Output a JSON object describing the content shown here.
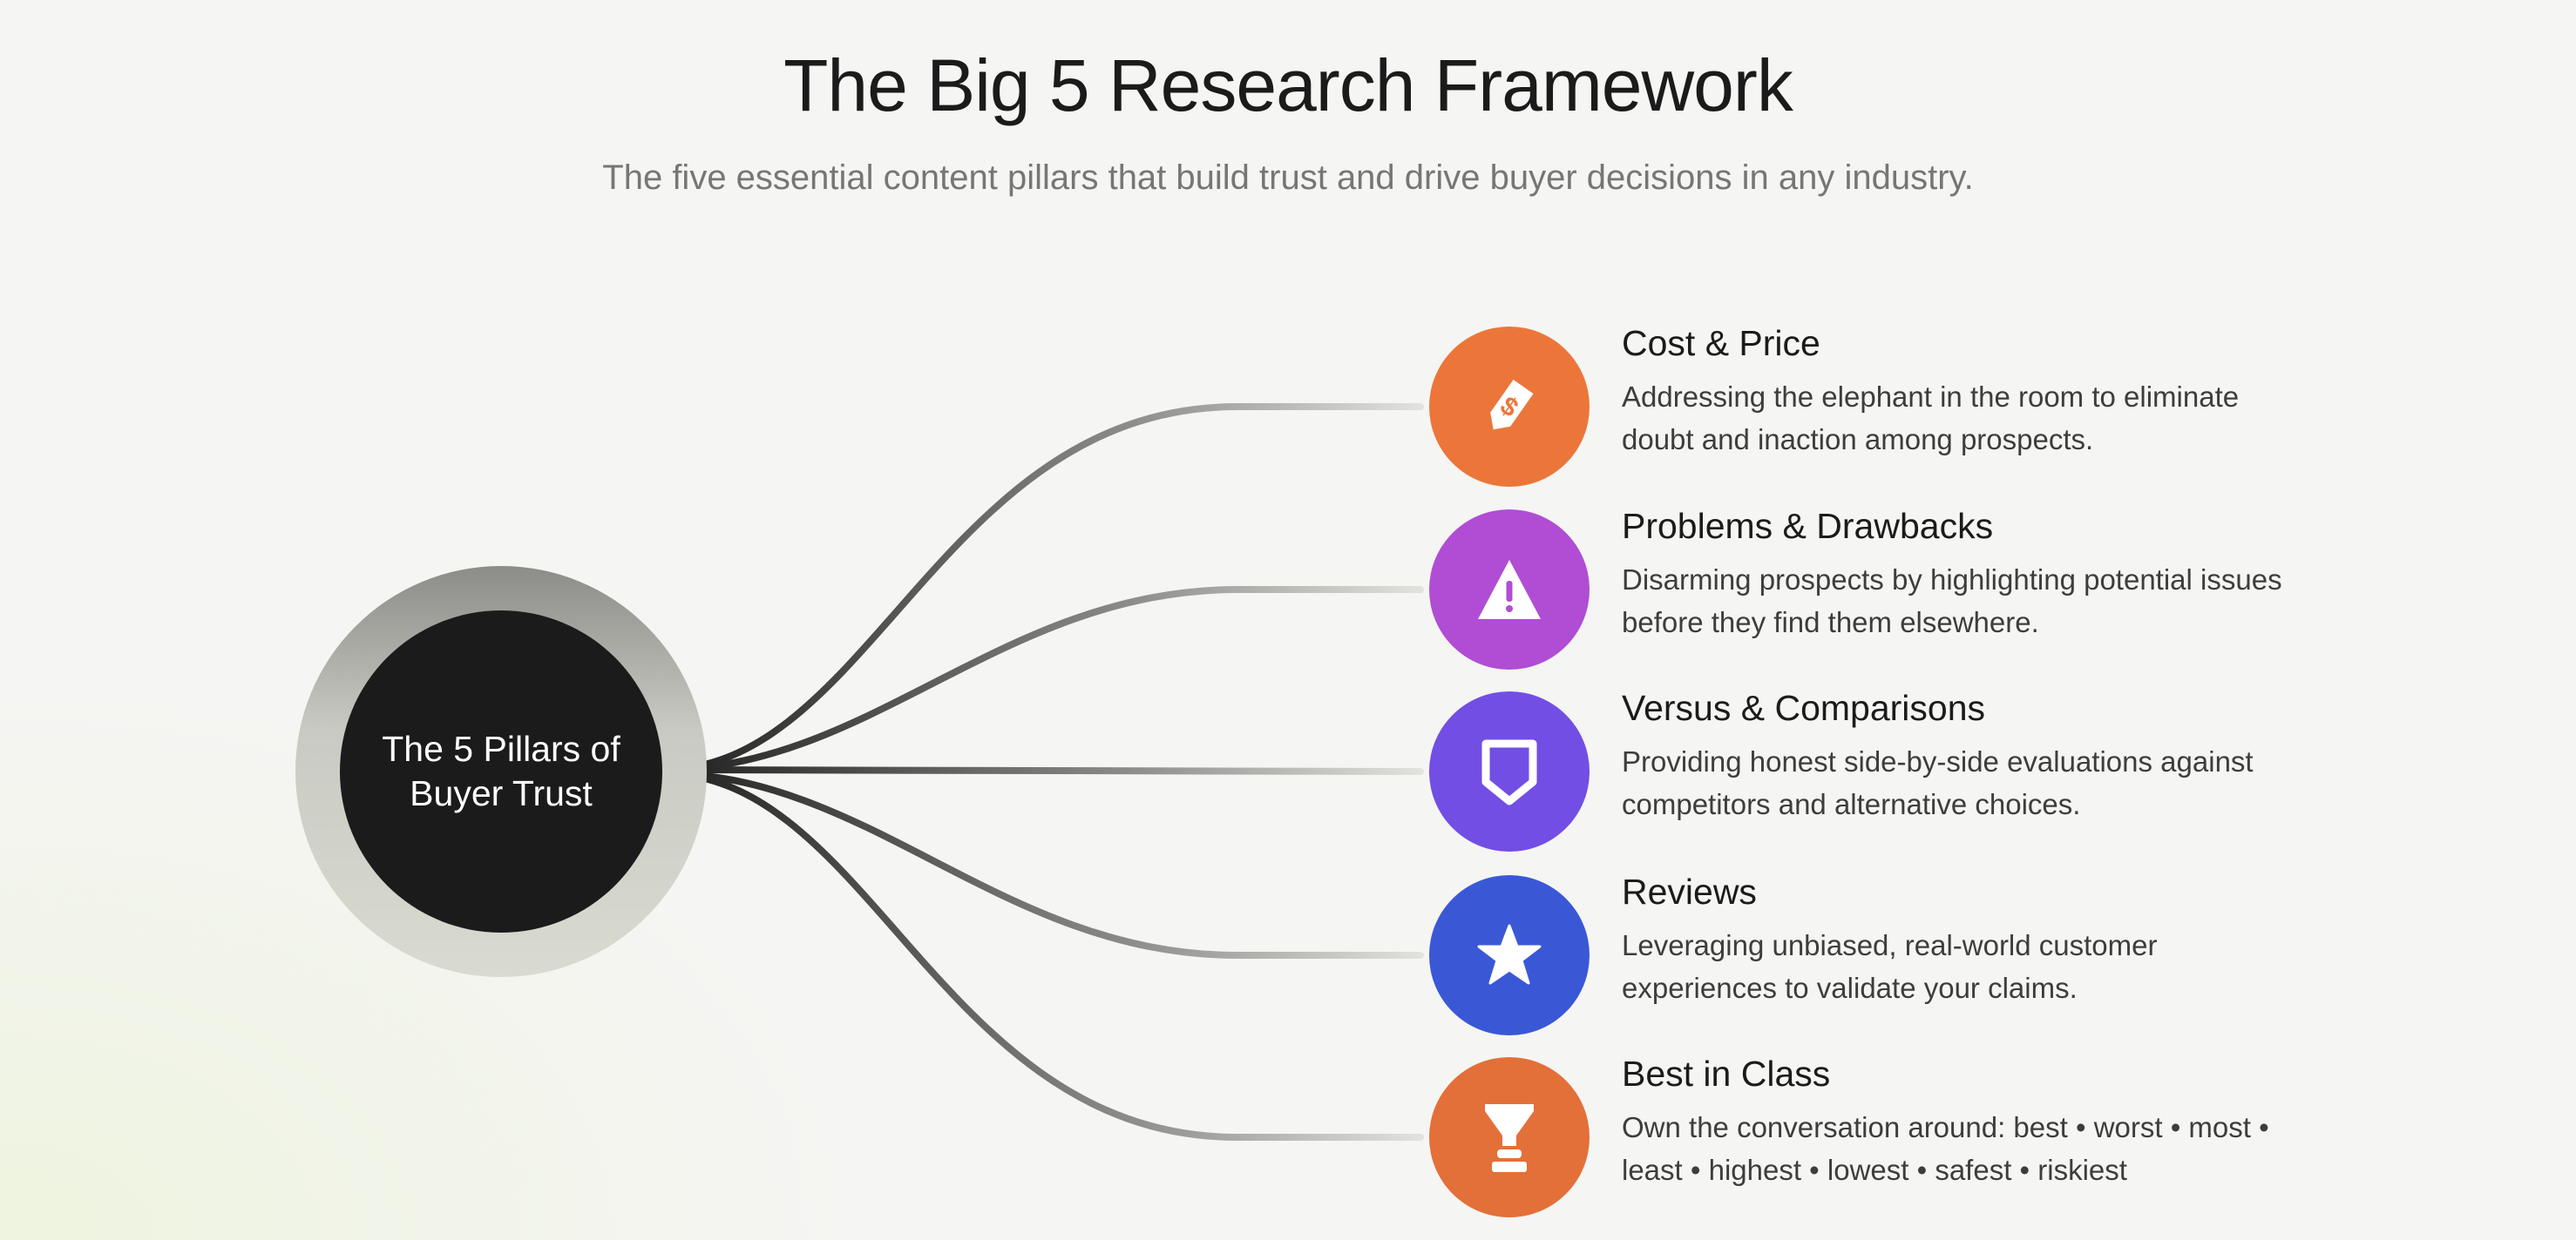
{
  "header": {
    "title": "The Big 5 Research Framework",
    "subtitle": "The five essential content pillars that build trust and drive buyer decisions in any industry."
  },
  "hub": {
    "label_line1": "The 5 Pillars of",
    "label_line2": "Buyer Trust"
  },
  "pillars": [
    {
      "name": "Cost & Price",
      "desc": "Addressing the elephant in the room to eliminate doubt and inaction among prospects.",
      "icon": "price-tag-icon",
      "color": "#EC763A"
    },
    {
      "name": "Problems & Drawbacks",
      "desc": "Disarming prospects by highlighting potential issues before they find them elsewhere.",
      "icon": "warning-icon",
      "color": "#B04DD4"
    },
    {
      "name": "Versus & Comparisons",
      "desc": "Providing honest side-by-side evaluations against competitors and alternative choices.",
      "icon": "shield-icon",
      "color": "#724EE4"
    },
    {
      "name": "Reviews",
      "desc": "Leveraging unbiased, real-world customer experiences to validate your claims.",
      "icon": "star-icon",
      "color": "#3A58D6"
    },
    {
      "name": "Best in Class",
      "desc": "Own the conversation around: best • worst • most • least • highest • lowest • safest • riskiest",
      "icon": "trophy-icon",
      "color": "#E37039"
    }
  ]
}
